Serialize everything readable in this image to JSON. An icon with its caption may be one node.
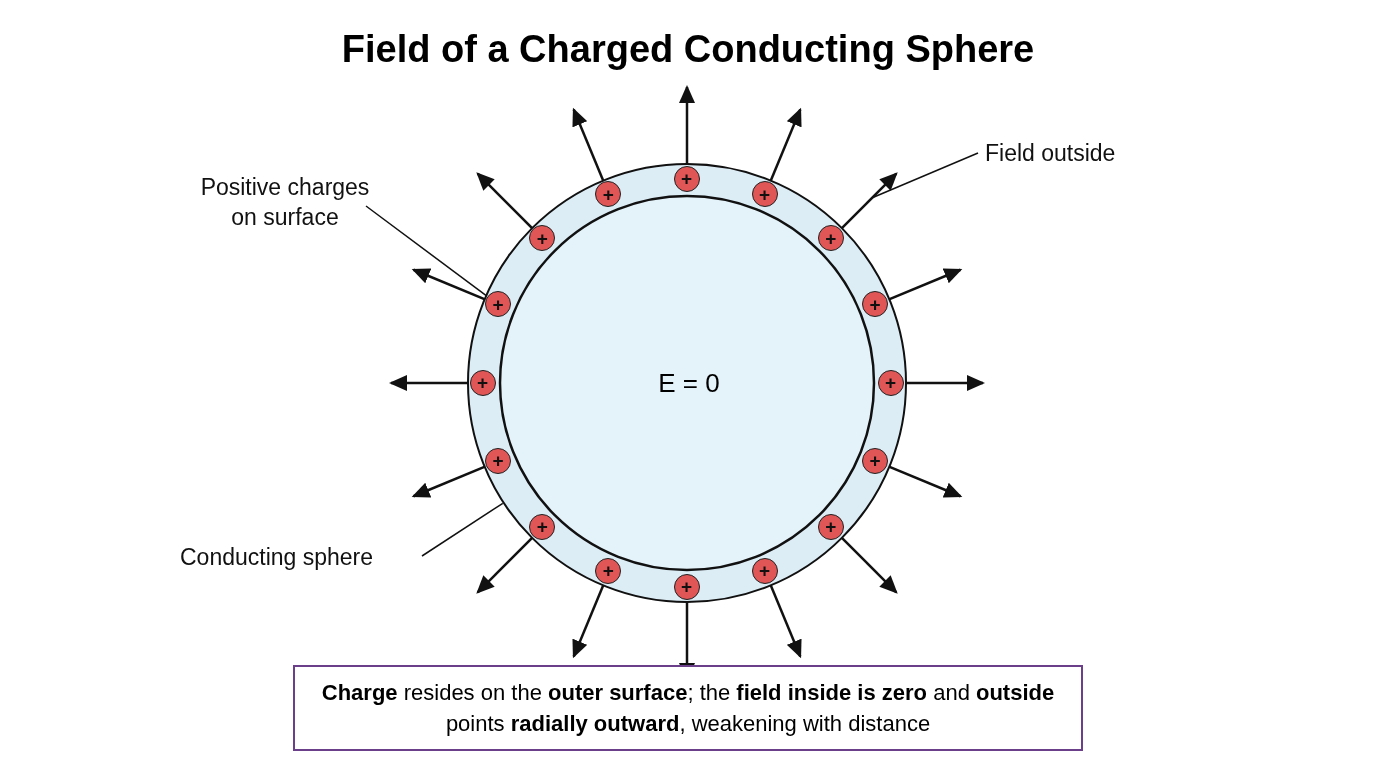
{
  "diagram": {
    "title": "Field of a Charged Conducting Sphere",
    "caption": "**Charge** resides on the **outer surface**; the **field inside is zero** and **outside** points **radially outward**, weakening with distance",
    "nodes": [
      {
        "text": [],
        "shape": "circle"
      },
      {
        "text": [
          "E = 0"
        ],
        "in": 0
      },
      {
        "text": [
          "+"
        ],
        "in": 0
      },
      {
        "text": [
          "+"
        ],
        "in": 0
      },
      {
        "text": [
          "+"
        ],
        "in": 0
      },
      {
        "text": [
          "+"
        ],
        "in": 0
      },
      {
        "text": [
          "+"
        ],
        "in": 0
      },
      {
        "text": [
          "+"
        ],
        "in": 0
      },
      {
        "text": [
          "+"
        ],
        "in": 0
      },
      {
        "text": [
          "+"
        ],
        "in": 0
      },
      {
        "text": [
          "+"
        ],
        "in": 0
      },
      {
        "text": [
          "+"
        ],
        "in": 0
      },
      {
        "text": [
          "+"
        ],
        "in": 0
      },
      {
        "text": [
          "+"
        ],
        "in": 0
      },
      {
        "text": [
          "+"
        ],
        "in": 0
      },
      {
        "text": [
          "+"
        ],
        "in": 0
      },
      {
        "text": [
          "+"
        ],
        "in": 0
      },
      {
        "text": [
          "+"
        ],
        "in": 0
      },
      {
        "text": [
          "Positive charges on surface"
        ]
      },
      {
        "text": [
          "Field outside"
        ]
      },
      {
        "text": [
          "Conducting sphere"
        ]
      }
    ],
    "edges": [
      {
        "from": 18,
        "to": 15,
        "arrow": "none"
      },
      {
        "from": 19,
        "to": null,
        "arrow": "none"
      },
      {
        "from": 20,
        "to": 0,
        "arrow": "none"
      },
      {
        "from": 2,
        "to": null,
        "arrow": "to"
      },
      {
        "from": 3,
        "to": null,
        "arrow": "to"
      },
      {
        "from": 4,
        "to": null,
        "arrow": "to"
      },
      {
        "from": 5,
        "to": null,
        "arrow": "to"
      },
      {
        "from": 6,
        "to": null,
        "arrow": "to"
      },
      {
        "from": 7,
        "to": null,
        "arrow": "to"
      },
      {
        "from": 8,
        "to": null,
        "arrow": "to"
      },
      {
        "from": 9,
        "to": null,
        "arrow": "to"
      },
      {
        "from": 10,
        "to": null,
        "arrow": "to"
      },
      {
        "from": 11,
        "to": null,
        "arrow": "to"
      },
      {
        "from": 12,
        "to": null,
        "arrow": "to"
      },
      {
        "from": 13,
        "to": null,
        "arrow": "to"
      },
      {
        "from": 14,
        "to": null,
        "arrow": "to"
      },
      {
        "from": 15,
        "to": null,
        "arrow": "to"
      },
      {
        "from": 16,
        "to": null,
        "arrow": "to"
      },
      {
        "from": 17,
        "to": null,
        "arrow": "to"
      }
    ]
  }
}
